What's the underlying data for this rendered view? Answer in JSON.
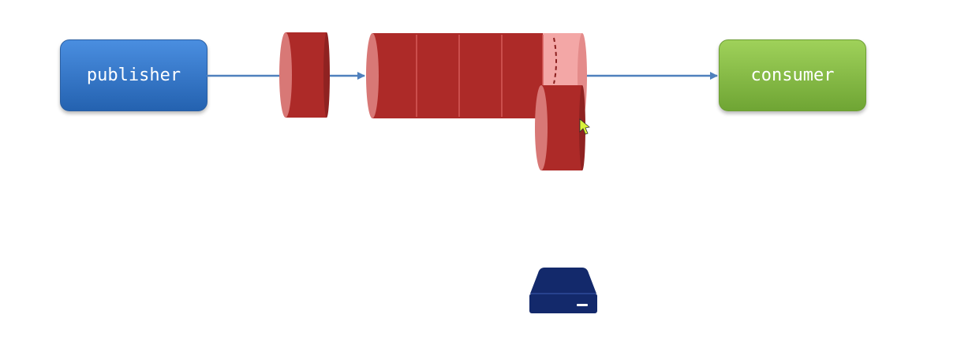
{
  "nodes": {
    "publisher": {
      "label": "publisher"
    },
    "consumer": {
      "label": "consumer"
    }
  },
  "queue": {
    "message_count": 4,
    "message_color": "#ad2a28",
    "free_slot_color": "#f3a7a6"
  },
  "colors": {
    "arrow": "#4f80bd",
    "disk": "#13296b"
  },
  "icons": [
    "cursor-icon",
    "disk-icon"
  ]
}
